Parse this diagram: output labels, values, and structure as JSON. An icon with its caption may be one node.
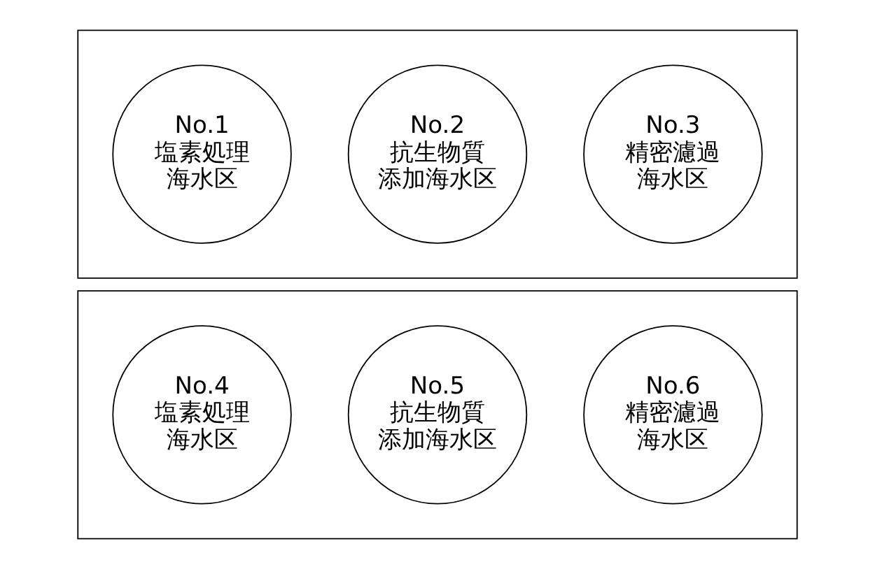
{
  "diagram": {
    "nodes": [
      {
        "text": [],
        "shape": "box"
      },
      {
        "text": [
          "No.1",
          "塩素処理海水区"
        ],
        "in": 0
      },
      {
        "text": [
          "No.2",
          "抗生物質添加海水区"
        ],
        "in": 0
      },
      {
        "text": [
          "No.3",
          "精密濾過海水区"
        ],
        "in": 0
      },
      {
        "text": [],
        "shape": "box"
      },
      {
        "text": [
          "No.4",
          "塩素処理海水区"
        ],
        "in": 4
      },
      {
        "text": [
          "No.5",
          "抗生物質添加海水区"
        ],
        "in": 4
      },
      {
        "text": [
          "No.6",
          "精密濾過海水区"
        ],
        "in": 4
      }
    ],
    "edges": []
  }
}
